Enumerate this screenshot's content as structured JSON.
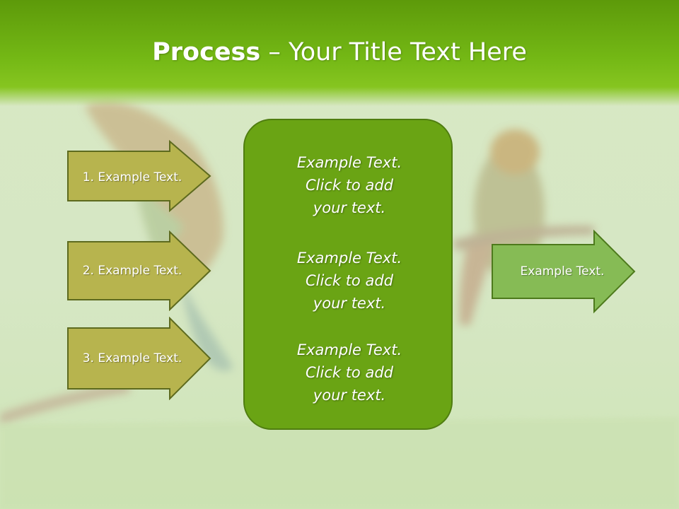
{
  "slide": {
    "title_bold": "Process",
    "title_rest": " – Your Title Text Here"
  },
  "left_arrows": [
    {
      "label": "1. Example Text."
    },
    {
      "label": "2. Example Text."
    },
    {
      "label": "3. Example Text."
    }
  ],
  "center_box": {
    "blocks": [
      {
        "lines": [
          "Example Text.",
          "Click  to add",
          "your text."
        ]
      },
      {
        "lines": [
          "Example Text.",
          "Click  to add",
          "your text."
        ]
      },
      {
        "lines": [
          "Example Text.",
          "Click  to add",
          "your text."
        ]
      }
    ]
  },
  "right_arrow": {
    "label": "Example Text."
  },
  "colors": {
    "title_bar": "#74b815",
    "left_arrow_fill": "#b7b44e",
    "center_box_fill": "#6aa414",
    "right_arrow_fill": "#86bb55"
  }
}
